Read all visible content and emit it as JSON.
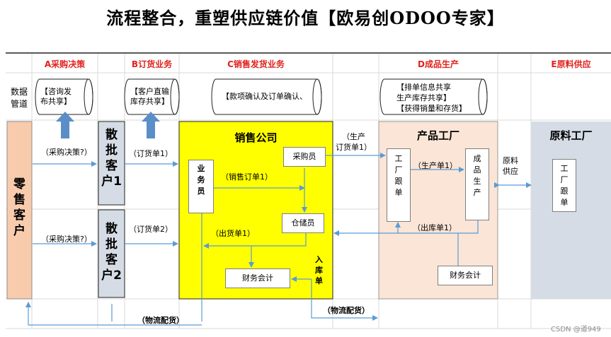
{
  "title": "流程整合，重塑供应链价值【欧易创ODOO专家】",
  "columns": {
    "a": "A采购决策",
    "b": "B订货业务",
    "c": "C销售发货业务",
    "d": "D成品生产",
    "e": "E原料供应"
  },
  "data_pipeline_label": "数据\n管道",
  "pipelines": [
    "【咨询发\n布共享】",
    "【客户直输\n库存共享】",
    "【款项确认及订单确认、",
    "【排单信息共享\n生产库存共享】\n【获得销量和存货】"
  ],
  "lanes": {
    "retail": "零\n售\n客\n户",
    "wholesale1": "散\n批\n客\n户1",
    "wholesale2": "散\n批\n客\n户2",
    "sales_company": "销售公司",
    "product_factory": "产品工厂",
    "raw_factory": "原料工厂"
  },
  "boxes": {
    "salesperson": "业\n务\n员",
    "purchaser": "采购员",
    "warehouse": "仓储员",
    "finance_sales": "财务会计",
    "factory_follow": "工\n厂\n跟\n单",
    "finished_production": "成\n品\n生\n产",
    "finance_factory": "财务会计",
    "raw_follow": "工\n厂\n跟\n单"
  },
  "flow_labels": {
    "purchase_decision_1": "（采购决策?）",
    "purchase_decision_2": "（采购决策?）",
    "order_1": "（订货单1）",
    "order_2": "（订货单2）",
    "sales_order": "（销售订单1）",
    "production_order": "（生产\n订货单1）",
    "production_1": "（生产单1）",
    "raw_supply": "原料\n供应",
    "outbound_1": "（出货单1）",
    "outbound_warehouse": "（出库单1）",
    "inbound": "入\n库\n单",
    "logistics_1": "（物流配货）",
    "logistics_2": "（物流配货）"
  },
  "watermark": "CSDN @道949",
  "colors": {
    "header_red": "#e0211d",
    "retail_fill": "#f8cbad",
    "wholesale_fill": "#d6dce5",
    "sales_company_fill": "#ffff00",
    "product_factory_fill": "#fbe5d6",
    "raw_factory_fill": "#d6dce5",
    "arrow_blue": "#5b9bd5",
    "up_arrow_fill": "#5b8ec9"
  }
}
